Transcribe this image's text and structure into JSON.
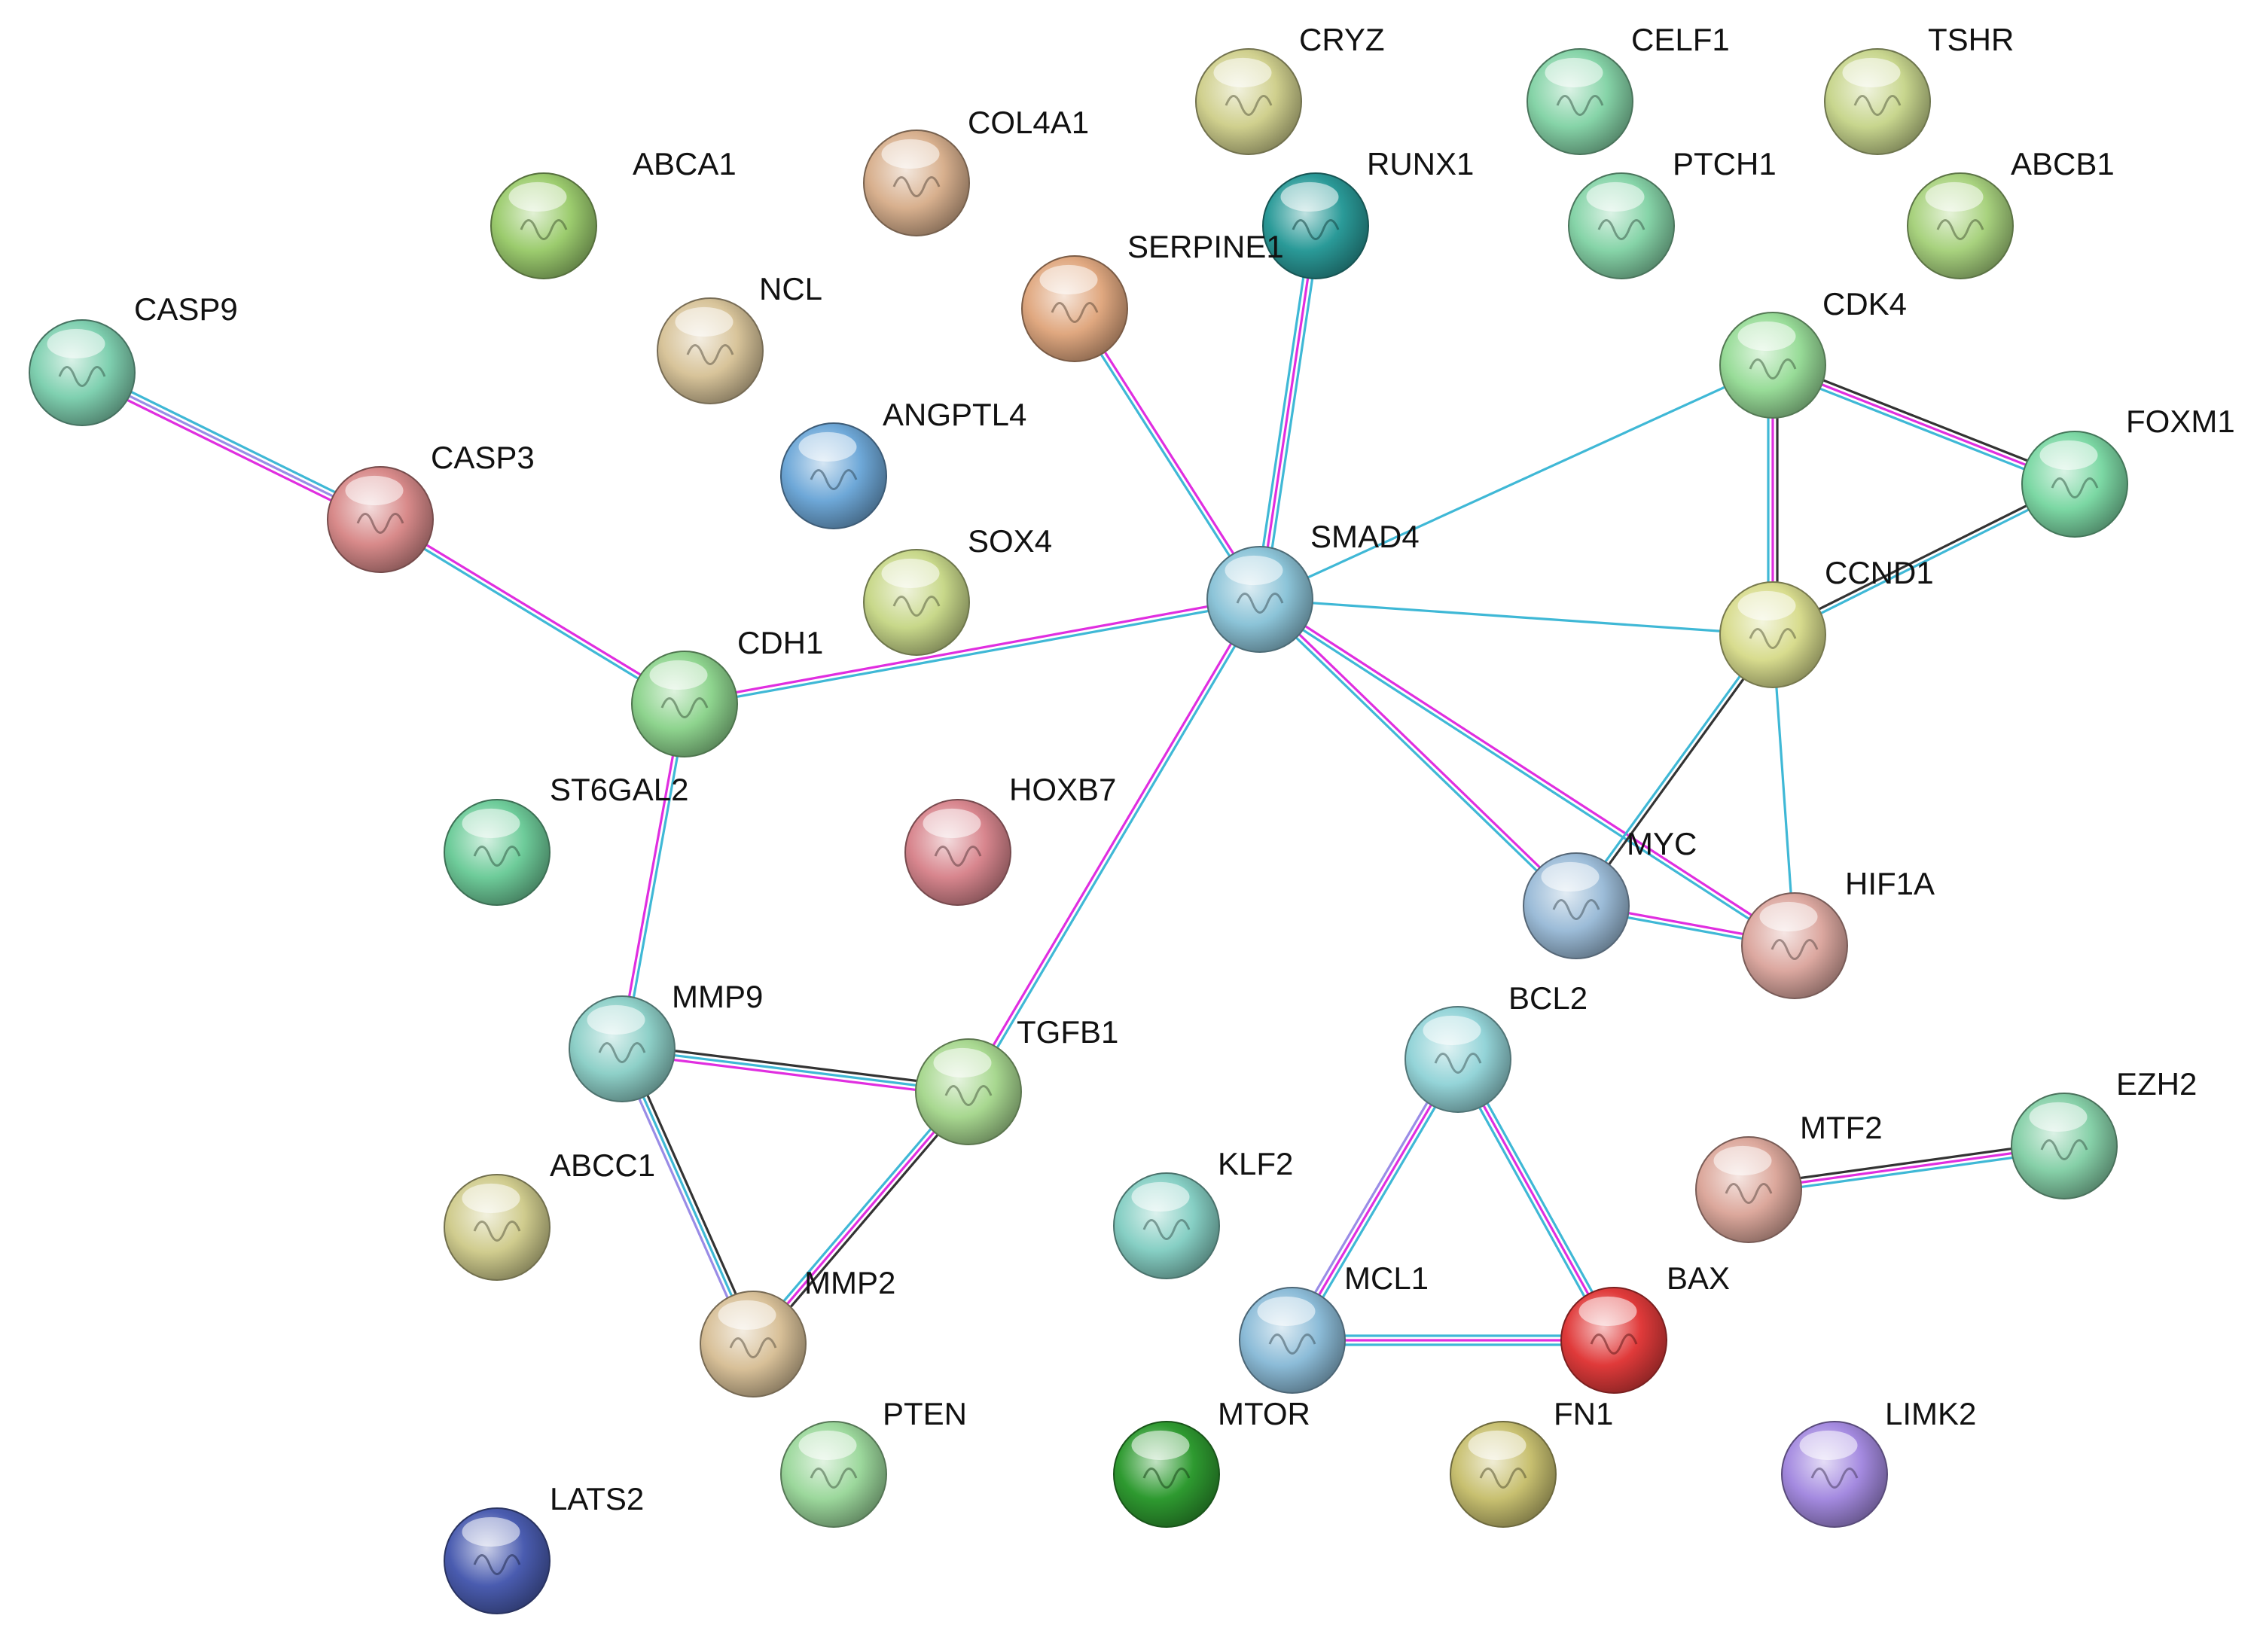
{
  "edge_colors": {
    "cyan": "#3fb8d6",
    "magenta": "#e02ee0",
    "black": "#333333",
    "lavender": "#9a8ce6"
  },
  "nodes": [
    {
      "id": "CASP9",
      "label": "CASP9",
      "color": "#7fd0b0"
    },
    {
      "id": "CASP3",
      "label": "CASP3",
      "color": "#d88a8a"
    },
    {
      "id": "ABCA1",
      "label": "ABCA1",
      "color": "#9ccc6e"
    },
    {
      "id": "COL4A1",
      "label": "COL4A1",
      "color": "#d8b08e"
    },
    {
      "id": "NCL",
      "label": "NCL",
      "color": "#d8c49a"
    },
    {
      "id": "ANGPTL4",
      "label": "ANGPTL4",
      "color": "#6ea8d8"
    },
    {
      "id": "SOX4",
      "label": "SOX4",
      "color": "#c8d88a"
    },
    {
      "id": "CDH1",
      "label": "CDH1",
      "color": "#8ed48e"
    },
    {
      "id": "ST6GAL2",
      "label": "ST6GAL2",
      "color": "#6ecc9a"
    },
    {
      "id": "HOXB7",
      "label": "HOXB7",
      "color": "#d8868e"
    },
    {
      "id": "MMP9",
      "label": "MMP9",
      "color": "#8ed0c8"
    },
    {
      "id": "TGFB1",
      "label": "TGFB1",
      "color": "#a8d890"
    },
    {
      "id": "ABCC1",
      "label": "ABCC1",
      "color": "#d0cc8e"
    },
    {
      "id": "MMP2",
      "label": "MMP2",
      "color": "#d8c098"
    },
    {
      "id": "PTEN",
      "label": "PTEN",
      "color": "#9cd89c"
    },
    {
      "id": "LATS2",
      "label": "LATS2",
      "color": "#4a5cb0"
    },
    {
      "id": "CRYZ",
      "label": "CRYZ",
      "color": "#d0d08e"
    },
    {
      "id": "RUNX1",
      "label": "RUNX1",
      "color": "#2a9a98"
    },
    {
      "id": "SERPINE1",
      "label": "SERPINE1",
      "color": "#e0a880"
    },
    {
      "id": "SMAD4",
      "label": "SMAD4",
      "color": "#8cc4d8"
    },
    {
      "id": "CELF1",
      "label": "CELF1",
      "color": "#86d4a8"
    },
    {
      "id": "PTCH1",
      "label": "PTCH1",
      "color": "#86d4a8"
    },
    {
      "id": "TSHR",
      "label": "TSHR",
      "color": "#c8d68e"
    },
    {
      "id": "ABCB1",
      "label": "ABCB1",
      "color": "#a8d27e"
    },
    {
      "id": "CDK4",
      "label": "CDK4",
      "color": "#98dc98"
    },
    {
      "id": "FOXM1",
      "label": "FOXM1",
      "color": "#7cd8a4"
    },
    {
      "id": "CCND1",
      "label": "CCND1",
      "color": "#d8dc8e"
    },
    {
      "id": "MYC",
      "label": "MYC",
      "color": "#9cbcd8"
    },
    {
      "id": "HIF1A",
      "label": "HIF1A",
      "color": "#dca8a0"
    },
    {
      "id": "BCL2",
      "label": "BCL2",
      "color": "#94d4d8"
    },
    {
      "id": "KLF2",
      "label": "KLF2",
      "color": "#86cfc4"
    },
    {
      "id": "MTF2",
      "label": "MTF2",
      "color": "#dca89c"
    },
    {
      "id": "EZH2",
      "label": "EZH2",
      "color": "#86d0a8"
    },
    {
      "id": "MCL1",
      "label": "MCL1",
      "color": "#8cbcd8"
    },
    {
      "id": "BAX",
      "label": "BAX",
      "color": "#e03a3a"
    },
    {
      "id": "MTOR",
      "label": "MTOR",
      "color": "#2e9a30"
    },
    {
      "id": "FN1",
      "label": "FN1",
      "color": "#c8c070"
    },
    {
      "id": "LIMK2",
      "label": "LIMK2",
      "color": "#a48ae0"
    }
  ],
  "edges": [
    {
      "source": "CASP9",
      "target": "CASP3",
      "types": [
        "cyan",
        "lavender",
        "magenta"
      ]
    },
    {
      "source": "CASP3",
      "target": "CDH1",
      "types": [
        "magenta",
        "cyan"
      ]
    },
    {
      "source": "CDH1",
      "target": "SMAD4",
      "types": [
        "magenta",
        "cyan"
      ]
    },
    {
      "source": "CDH1",
      "target": "MMP9",
      "types": [
        "cyan",
        "magenta"
      ]
    },
    {
      "source": "SERPINE1",
      "target": "SMAD4",
      "types": [
        "magenta",
        "cyan"
      ]
    },
    {
      "source": "RUNX1",
      "target": "SMAD4",
      "types": [
        "cyan",
        "magenta",
        "cyan"
      ]
    },
    {
      "source": "SMAD4",
      "target": "CDK4",
      "types": [
        "cyan"
      ]
    },
    {
      "source": "SMAD4",
      "target": "CCND1",
      "types": [
        "cyan"
      ]
    },
    {
      "source": "SMAD4",
      "target": "MYC",
      "types": [
        "magenta",
        "cyan"
      ]
    },
    {
      "source": "SMAD4",
      "target": "HIF1A",
      "types": [
        "magenta",
        "cyan"
      ]
    },
    {
      "source": "SMAD4",
      "target": "TGFB1",
      "types": [
        "cyan",
        "magenta"
      ]
    },
    {
      "source": "CDK4",
      "target": "FOXM1",
      "types": [
        "black",
        "magenta",
        "cyan"
      ]
    },
    {
      "source": "CDK4",
      "target": "CCND1",
      "types": [
        "black",
        "magenta",
        "cyan"
      ]
    },
    {
      "source": "CCND1",
      "target": "FOXM1",
      "types": [
        "black",
        "cyan"
      ]
    },
    {
      "source": "CCND1",
      "target": "MYC",
      "types": [
        "black",
        "cyan"
      ]
    },
    {
      "source": "CCND1",
      "target": "HIF1A",
      "types": [
        "cyan"
      ]
    },
    {
      "source": "MYC",
      "target": "HIF1A",
      "types": [
        "magenta",
        "cyan"
      ]
    },
    {
      "source": "MMP9",
      "target": "TGFB1",
      "types": [
        "black",
        "cyan",
        "magenta"
      ]
    },
    {
      "source": "MMP9",
      "target": "MMP2",
      "types": [
        "black",
        "cyan",
        "lavender"
      ]
    },
    {
      "source": "TGFB1",
      "target": "MMP2",
      "types": [
        "black",
        "magenta",
        "cyan"
      ]
    },
    {
      "source": "BCL2",
      "target": "MCL1",
      "types": [
        "cyan",
        "magenta",
        "lavender"
      ]
    },
    {
      "source": "BCL2",
      "target": "BAX",
      "types": [
        "cyan",
        "magenta",
        "cyan"
      ]
    },
    {
      "source": "MCL1",
      "target": "BAX",
      "types": [
        "cyan",
        "magenta",
        "cyan"
      ]
    },
    {
      "source": "MTF2",
      "target": "EZH2",
      "types": [
        "black",
        "magenta",
        "cyan"
      ]
    }
  ]
}
